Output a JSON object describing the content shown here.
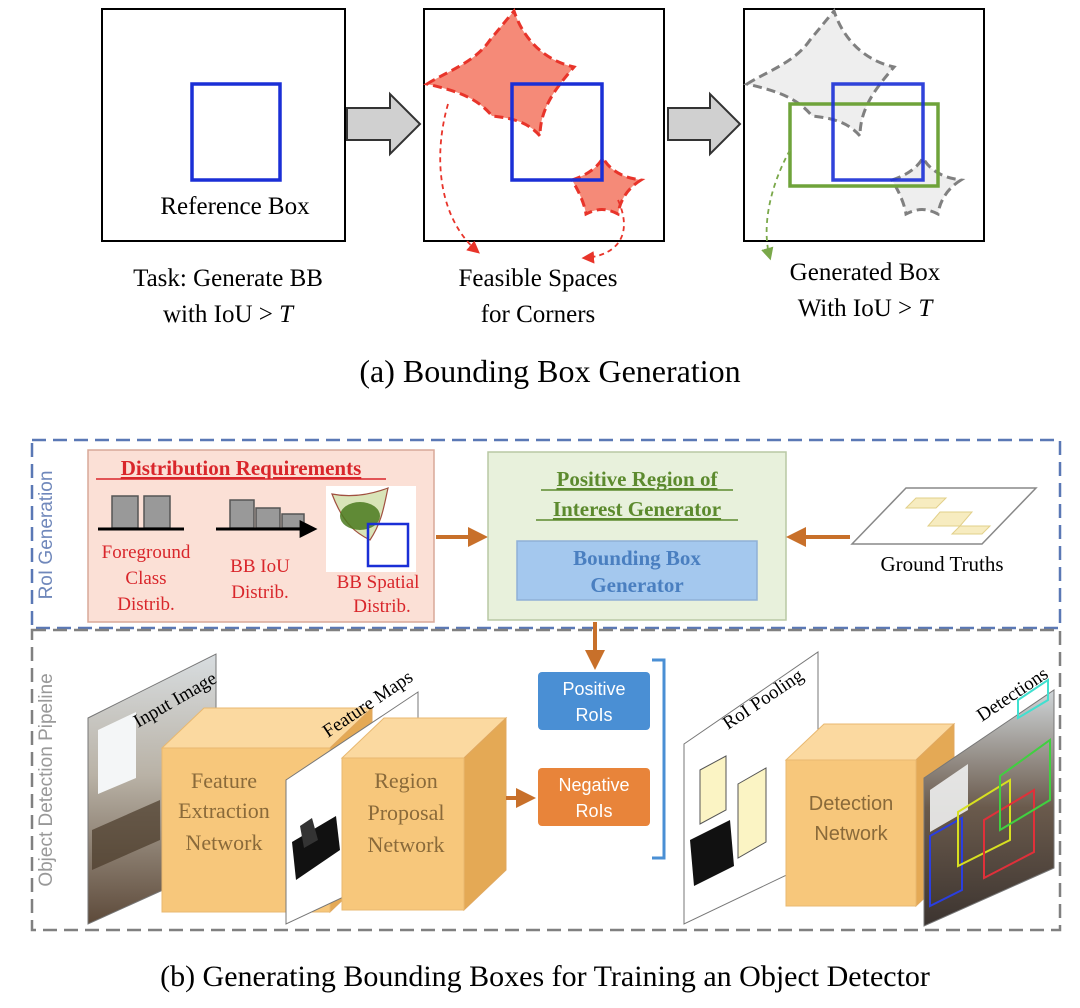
{
  "part_a": {
    "caption": "(a)  Bounding Box Generation",
    "panel1": {
      "box_label": "Reference Box",
      "task_line1": "Task: Generate BB",
      "task_line2_prefix": "with IoU > ",
      "task_line2_var": "T"
    },
    "panel2": {
      "label_line1": "Feasible Spaces",
      "label_line2": "for Corners"
    },
    "panel3": {
      "label_line1": "Generated Box",
      "label_line2_prefix": "With IoU > ",
      "label_line2_var": "T"
    }
  },
  "part_b": {
    "caption": "(b)  Generating Bounding Boxes for Training an Object Detector",
    "roi_generation_label": "RoI Generation",
    "pipeline_label": "Object Detection Pipeline",
    "distribution": {
      "title": "Distribution Requirements",
      "fg_class": [
        "Foreground",
        "Class",
        "Distrib."
      ],
      "bb_iou": [
        "BB IoU",
        "Distrib."
      ],
      "bb_spatial": [
        "BB Spatial",
        "Distrib."
      ]
    },
    "generator": {
      "title_line1": "Positive Region of",
      "title_line2": "Interest Generator",
      "inner_line1": "Bounding Box",
      "inner_line2": "Generator"
    },
    "ground_truths": "Ground Truths",
    "input_image": "Input Image",
    "feature_maps": "Feature Maps",
    "feature_net": [
      "Feature",
      "Extraction",
      "Network"
    ],
    "rpn": [
      "Region",
      "Proposal",
      "Network"
    ],
    "positive_rois": [
      "Positive",
      "RoIs"
    ],
    "negative_rois": [
      "Negative",
      "RoIs"
    ],
    "roi_pooling": "RoI Pooling",
    "detection_net": [
      "Detection",
      "Network"
    ],
    "detections": "Detections"
  },
  "colors": {
    "reference_box": "#1a2fd6",
    "feasible_fill": "#f58a78",
    "feasible_stroke": "#e8342a",
    "generated_box": "#6fa33a",
    "requirements_red": "#d9262b",
    "generator_green": "#5c8a2e",
    "arrow_orange": "#c8702a",
    "cube": "#f7c77b",
    "positive_roi": "#4a8fd4",
    "negative_roi": "#e8843a",
    "dashed_border": "#5a78b5"
  }
}
